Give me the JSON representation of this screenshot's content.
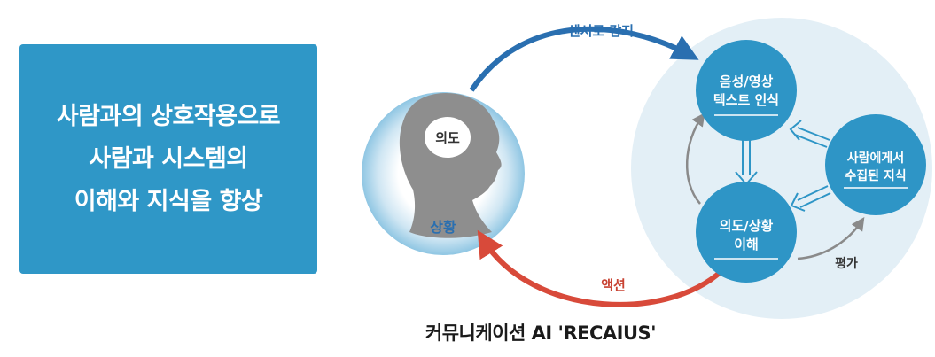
{
  "headline": {
    "lines": [
      "사람과의 상호작용으로",
      "사람과 시스템의",
      "이해와 지식을 향상"
    ]
  },
  "diagram": {
    "person": {
      "intent_label": "의도",
      "situation_label": "상황"
    },
    "arrows": {
      "sense_label": "센서로 감지",
      "action_label": "액션",
      "evaluate_label": "평가"
    },
    "nodes": {
      "recognition": [
        "음성/영상",
        "텍스트 인식"
      ],
      "knowledge": [
        "사람에게서",
        "수집된 지식"
      ],
      "understanding": [
        "의도/상황",
        "이해"
      ]
    }
  },
  "caption": "커뮤니케이션 AI 'RECAIUS'",
  "colors": {
    "box": "#2f97c7",
    "node": "#2e95c6",
    "halo": "#e3eff6",
    "sense_arrow": "#2a6fb0",
    "action_arrow": "#d84a3a",
    "eval_arrow": "#8a8a8a",
    "label_blue": "#2a6fb0",
    "label_red": "#c84232"
  }
}
